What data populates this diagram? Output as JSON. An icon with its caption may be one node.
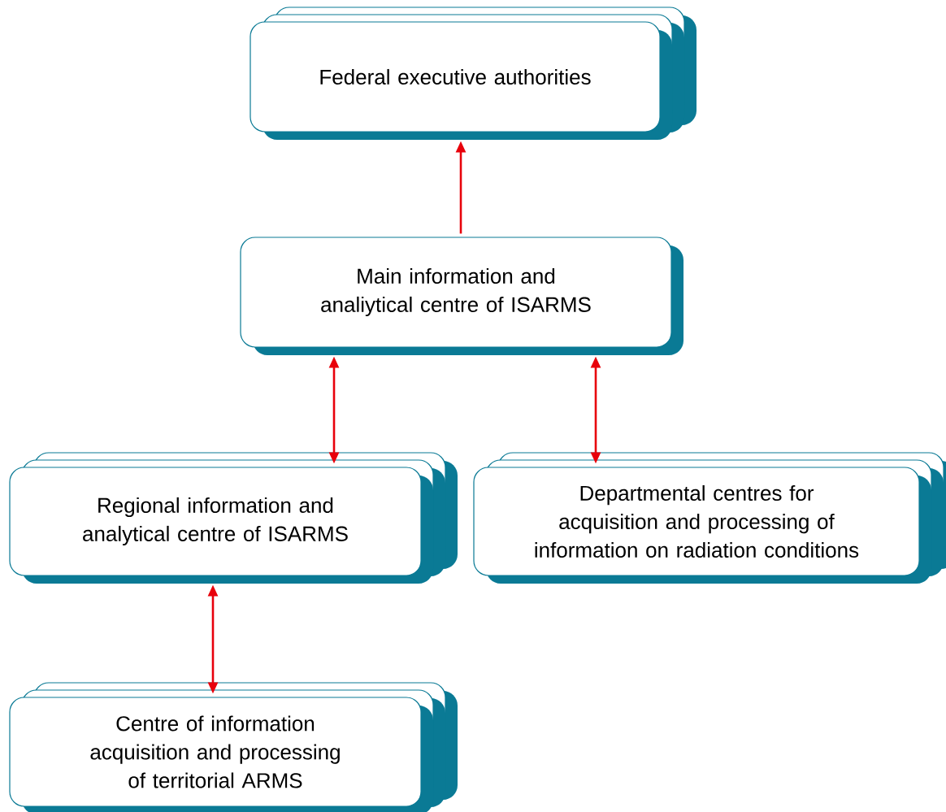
{
  "diagram": {
    "nodes": [
      {
        "text": [
          "Federal executive authorities"
        ]
      },
      {
        "text": [
          "Main information and analiytical centre of ISARMS"
        ]
      },
      {
        "text": [
          "Regional information and analytical centre of ISARMS"
        ]
      },
      {
        "text": [
          "Departmental centres for acquisition and processing of information on radiation conditions"
        ]
      },
      {
        "text": [
          "Centre of information acquisition and processing of territorial ARMS"
        ]
      }
    ],
    "edges": [
      {
        "from": 1,
        "to": 0,
        "arrow": "to"
      },
      {
        "from": 1,
        "to": 2,
        "arrow": "both"
      },
      {
        "from": 1,
        "to": 3,
        "arrow": "both"
      },
      {
        "from": 2,
        "to": 4,
        "arrow": "both"
      }
    ]
  }
}
